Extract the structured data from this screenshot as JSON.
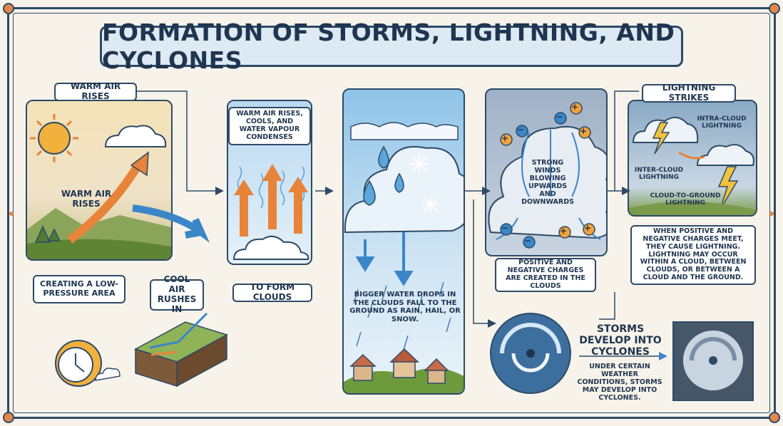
{
  "title": "FORMATION OF STORMS, LIGHTNING, AND CYCLONES",
  "panel1": {
    "top_label": "WARM AIR RISES",
    "inner_label": "WARM AIR RISES",
    "bottom_label": "CREATING A LOW-PRESSURE AREA",
    "cool_label": "COOL AIR RUSHES IN"
  },
  "panel2": {
    "top_label": "WARM AIR RISES, COOLS, AND WATER VAPOUR CONDENSES",
    "bottom_label": "TO FORM CLOUDS"
  },
  "panel3": {
    "caption": "BIGGER WATER DROPS IN THE CLOUDS FALL TO THE GROUND AS RAIN, HAIL, OR SNOW."
  },
  "panel4": {
    "inner_label": "STRONG WINDS BLOWING UPWARDS AND DOWNWARDS",
    "bottom_label": "POSITIVE AND NEGATIVE CHARGES ARE CREATED IN THE CLOUDS"
  },
  "panel5": {
    "top_label": "LIGHTNING STRIKES",
    "intra": "INTRA-CLOUD LIGHTNING",
    "inter": "INTER-CLOUD LIGHTNING",
    "ground": "CLOUD-TO-GROUND LIGHTNING",
    "description": "WHEN POSITIVE AND NEGATIVE CHARGES MEET, THEY CAUSE LIGHTNING. LIGHTNING MAY OCCUR WITHIN A CLOUD, BETWEEN CLOUDS, OR BETWEEN A CLOUD AND THE GROUND."
  },
  "cyclone": {
    "heading": "STORMS DEVELOP INTO CYCLONES",
    "description": "UNDER CERTAIN WEATHER CONDITIONS, STORMS MAY DEVELOP INTO CYCLONES."
  },
  "charges": {
    "plus": "+",
    "minus": "−"
  },
  "colors": {
    "frame": "#2d4a67",
    "accent_orange": "#e8833a",
    "arrow_blue": "#3a86c8",
    "sky_light": "#d6e8f5",
    "storm_gray": "#7a8ea6",
    "grass": "#6e9a3e"
  }
}
